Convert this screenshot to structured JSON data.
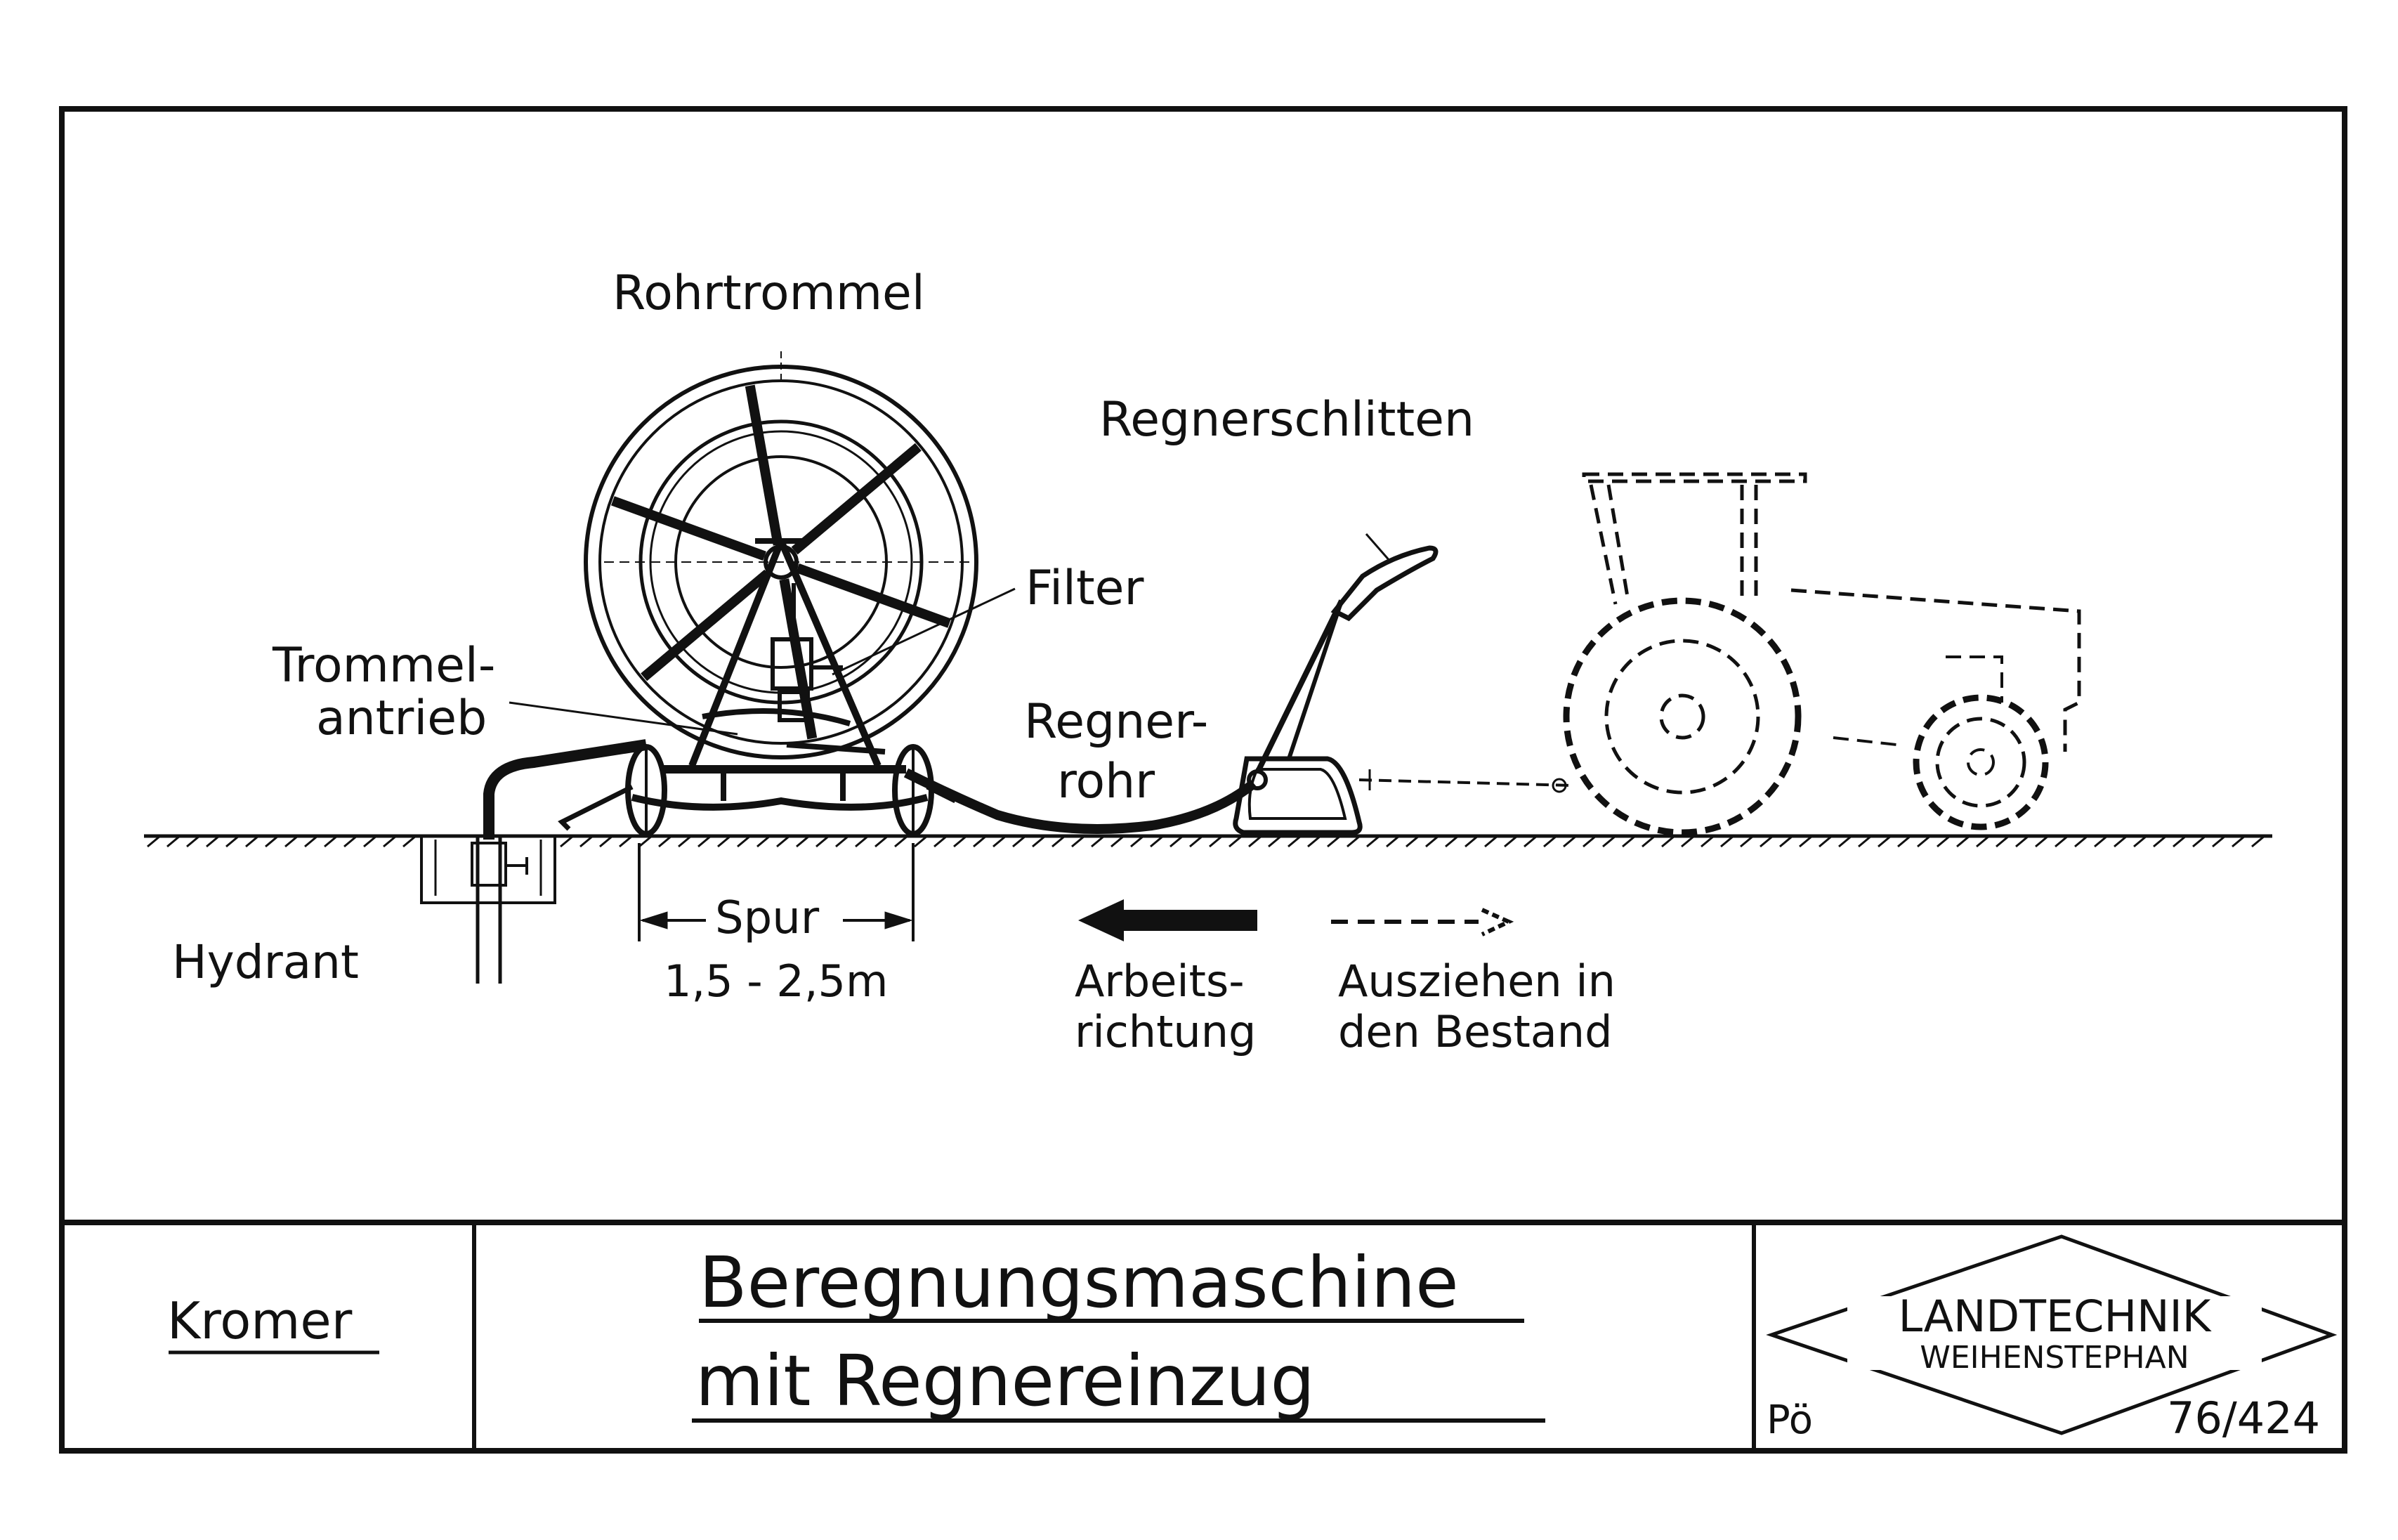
{
  "diagram": {
    "labels": {
      "drum": "Rohrtrommel",
      "sled": "Regnerschlitten",
      "filter": "Filter",
      "drive_line1": "Trommel-",
      "drive_line2": "antrieb",
      "pipe_line1": "Regner-",
      "pipe_line2": "rohr",
      "hydrant": "Hydrant",
      "track_label": "Spur",
      "track_value": "1,5 - 2,5m",
      "work_dir_line1": "Arbeits-",
      "work_dir_line2": "richtung",
      "pull_out_line1": "Ausziehen in",
      "pull_out_line2": "den Bestand"
    }
  },
  "title_block": {
    "author": "Kromer",
    "title_line1": "Beregnungsmaschine",
    "title_line2": "mit Regnereinzug",
    "logo_line1": "LANDTECHNIK",
    "logo_line2": "WEIHENSTEPHAN",
    "initials": "Pö",
    "drawing_number": "76/424"
  },
  "colors": {
    "ink": "#111111",
    "paper": "#ffffff"
  }
}
